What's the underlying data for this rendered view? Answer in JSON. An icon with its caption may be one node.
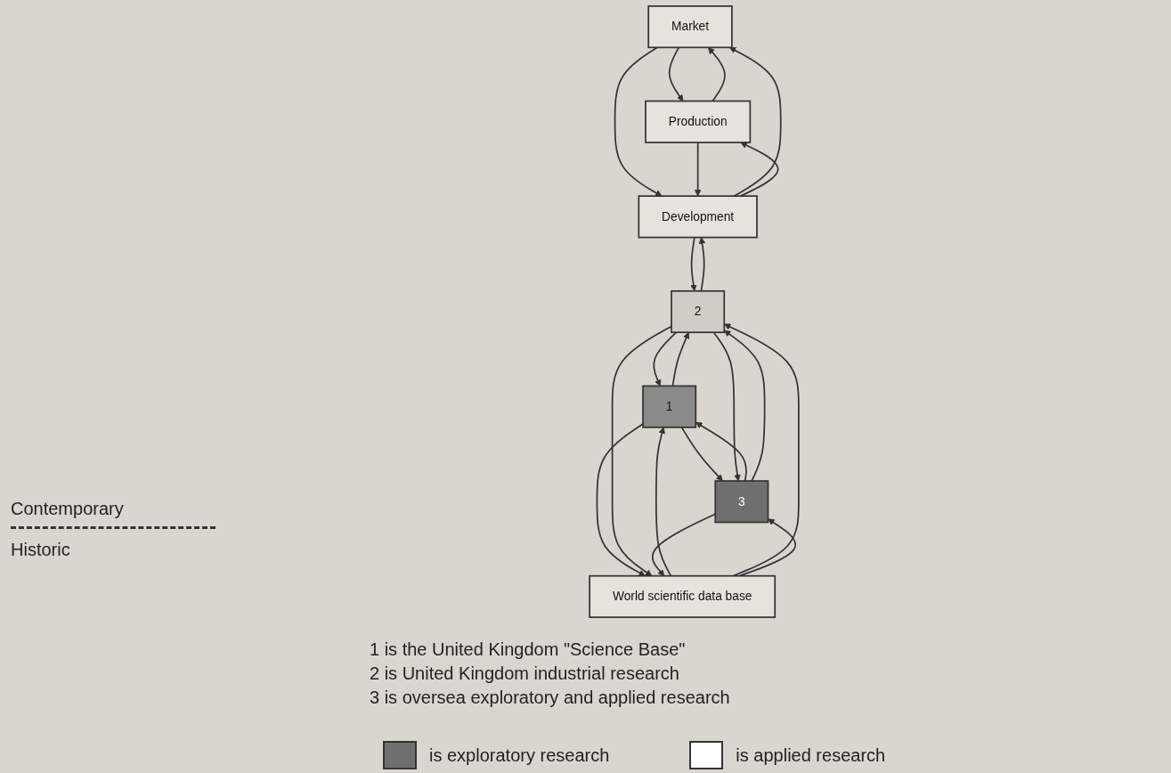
{
  "diagram": {
    "nodes": [
      {
        "text": [
          "Market"
        ]
      },
      {
        "text": [
          "Production"
        ]
      },
      {
        "text": [
          "Development"
        ]
      },
      {
        "text": [
          "1"
        ]
      },
      {
        "text": [
          "2"
        ]
      },
      {
        "text": [
          "3"
        ]
      },
      {
        "text": [
          "World scientific data base"
        ]
      }
    ],
    "edges": [
      {
        "from": 0,
        "to": 1,
        "arrow": "to"
      },
      {
        "from": 1,
        "to": 0,
        "arrow": "to"
      },
      {
        "from": 2,
        "to": 0,
        "arrow": "to"
      },
      {
        "from": 0,
        "to": 2,
        "arrow": "to"
      },
      {
        "from": 2,
        "to": 1,
        "arrow": "to"
      },
      {
        "from": 1,
        "to": 2,
        "arrow": "to"
      },
      {
        "from": 5,
        "to": 3,
        "arrow": "to"
      },
      {
        "from": 3,
        "to": 5,
        "arrow": "to"
      },
      {
        "from": 4,
        "to": 2,
        "arrow": "to"
      },
      {
        "from": 2,
        "to": 4,
        "arrow": "to"
      },
      {
        "from": 3,
        "to": 4,
        "arrow": "to"
      },
      {
        "from": 4,
        "to": 3,
        "arrow": "to"
      },
      {
        "from": 4,
        "to": 5,
        "arrow": "to"
      },
      {
        "from": 5,
        "to": 4,
        "arrow": "to"
      },
      {
        "from": 6,
        "to": 3,
        "arrow": "to"
      },
      {
        "from": 3,
        "to": 6,
        "arrow": "to"
      },
      {
        "from": 6,
        "to": 4,
        "arrow": "to"
      },
      {
        "from": 4,
        "to": 6,
        "arrow": "to"
      },
      {
        "from": 6,
        "to": 5,
        "arrow": "to"
      },
      {
        "from": 5,
        "to": 6,
        "arrow": "to"
      }
    ],
    "labels": [
      "Contemporary",
      "Historic",
      "1 is the United Kingdom \"Science Base\"",
      "2 is United Kingdom industrial research",
      "3 is oversea exploratory and applied research"
    ],
    "legend": [
      {
        "text": "is exploratory research",
        "color": "#6f6f6f"
      },
      {
        "text": "is applied research",
        "color": "#ffffff"
      }
    ]
  }
}
